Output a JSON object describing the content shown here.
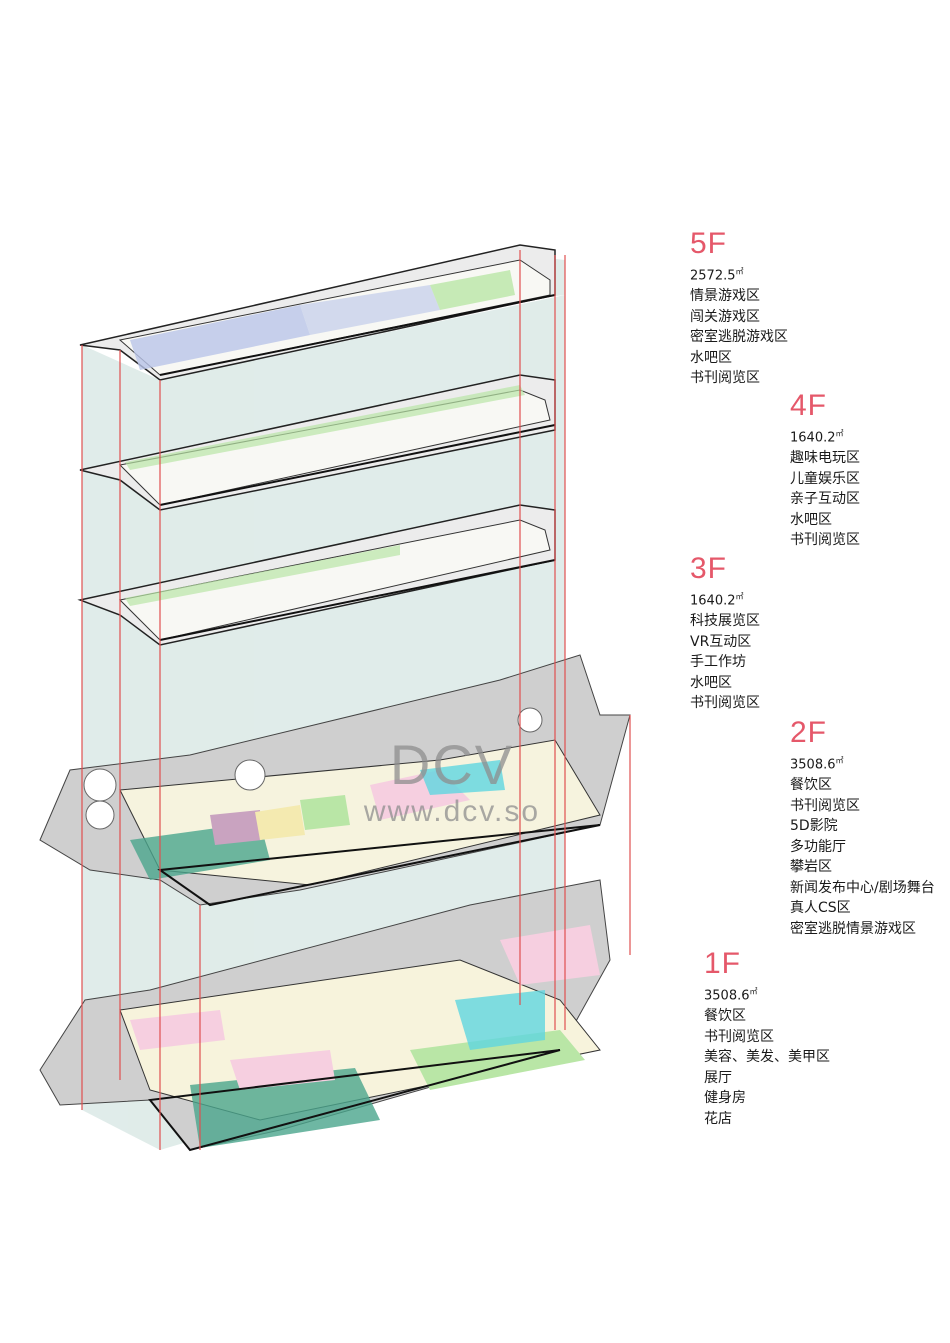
{
  "colors": {
    "accent": "#e5586a",
    "guide_line": "#e05050",
    "void_fill": "#dbe9e6",
    "floor_fill": "#ececec",
    "slab_edge": "#222222",
    "zone_blue": "#b9c4e8",
    "zone_green": "#b9e6a6",
    "zone_pink": "#f6cfe0",
    "zone_teal": "#4aa58c",
    "zone_cyan": "#5fd6e0",
    "zone_yellow": "#f4eab0",
    "zone_purple": "#c9a3c0",
    "watermark": "#8e8e8e"
  },
  "watermark": {
    "logo": "DCV",
    "url": "www.dcv.so"
  },
  "floors": [
    {
      "id": "5F",
      "label": "5F",
      "area": "2572.5",
      "unit": "㎡",
      "zones": [
        "情景游戏区",
        "闯关游戏区",
        "密室逃脱游戏区",
        "水吧区",
        "书刊阅览区"
      ]
    },
    {
      "id": "4F",
      "label": "4F",
      "area": "1640.2",
      "unit": "㎡",
      "zones": [
        "趣味电玩区",
        "儿童娱乐区",
        "亲子互动区",
        "水吧区",
        "书刊阅览区"
      ]
    },
    {
      "id": "3F",
      "label": "3F",
      "area": "1640.2",
      "unit": "㎡",
      "zones": [
        "科技展览区",
        "VR互动区",
        "手工作坊",
        "水吧区",
        "书刊阅览区"
      ]
    },
    {
      "id": "2F",
      "label": "2F",
      "area": "3508.6",
      "unit": "㎡",
      "zones": [
        "餐饮区",
        "书刊阅览区",
        "5D影院",
        "多功能厅",
        "攀岩区",
        "新闻发布中心/剧场舞台",
        "真人CS区",
        "密室逃脱情景游戏区"
      ]
    },
    {
      "id": "1F",
      "label": "1F",
      "area": "3508.6",
      "unit": "㎡",
      "zones": [
        "餐饮区",
        "书刊阅览区",
        "美容、美发、美甲区",
        "展厅",
        "健身房",
        "花店"
      ]
    }
  ]
}
